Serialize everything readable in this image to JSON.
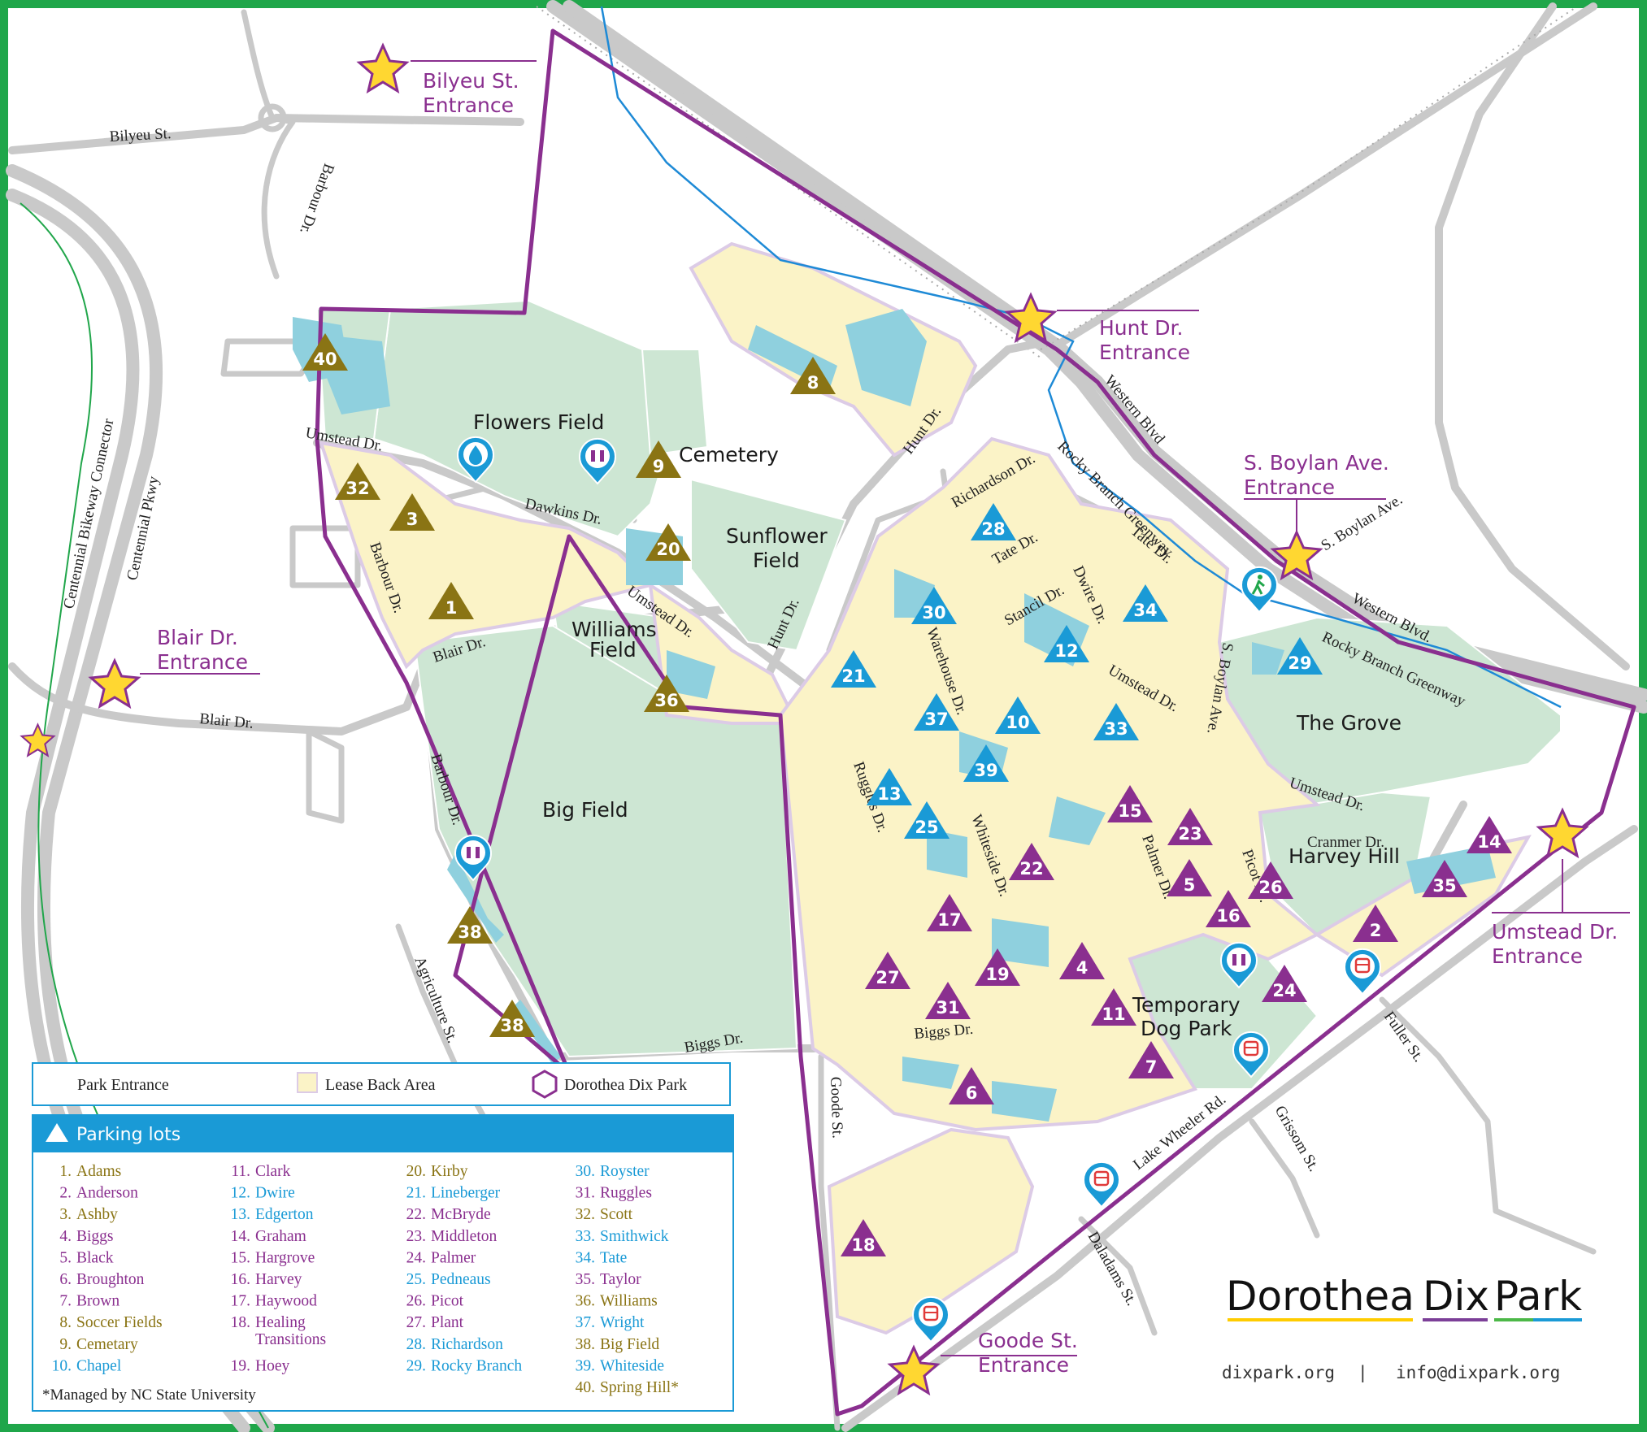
{
  "colors": {
    "frame": "#1fa64a",
    "boundary": "#8a2f8f",
    "lease_area": "#fbf3c7",
    "green_space": "#cde6d3",
    "parking_surface": "#8fd0de",
    "road": "#c9c9c9",
    "greenway": "#1e8ad6",
    "lot_group_olive": "#8a7414",
    "lot_group_purple": "#8a2f8f",
    "lot_group_blue": "#1a9ad6",
    "star_fill": "#ffd731",
    "brand_underline": [
      "#ffcc00",
      "#7c3f98",
      "#4cb848",
      "#1a9ad6"
    ]
  },
  "roads": [
    {
      "id": "bilyeu",
      "label": "Bilyeu St."
    },
    {
      "id": "barbour-north",
      "label": "Barbour Dr."
    },
    {
      "id": "umstead-west",
      "label": "Umstead Dr."
    },
    {
      "id": "dawkins",
      "label": "Dawkins Dr."
    },
    {
      "id": "umstead-center",
      "label": "Umstead Dr."
    },
    {
      "id": "barbour-center",
      "label": "Barbour Dr."
    },
    {
      "id": "blair-inner",
      "label": "Blair Dr."
    },
    {
      "id": "blair-outer",
      "label": "Blair Dr."
    },
    {
      "id": "barbour-south",
      "label": "Barbour Dr."
    },
    {
      "id": "agriculture",
      "label": "Agriculture St."
    },
    {
      "id": "centennial-connector",
      "label": "Centennial Bikeway Connector"
    },
    {
      "id": "centennial-pkwy",
      "label": "Centennial Pkwy"
    },
    {
      "id": "hunt-north",
      "label": "Hunt Dr."
    },
    {
      "id": "hunt-south",
      "label": "Hunt Dr."
    },
    {
      "id": "richardson",
      "label": "Richardson Dr."
    },
    {
      "id": "tate-west",
      "label": "Tate Dr."
    },
    {
      "id": "tate-east",
      "label": "Tate Dr."
    },
    {
      "id": "stancil",
      "label": "Stancil Dr."
    },
    {
      "id": "dwire",
      "label": "Dwire Dr."
    },
    {
      "id": "warehouse",
      "label": "Warehouse Dr."
    },
    {
      "id": "umstead-east",
      "label": "Umstead Dr."
    },
    {
      "id": "rocky-greenway-north",
      "label": "Rocky Branch Greenway"
    },
    {
      "id": "western-north",
      "label": "Western Blvd"
    },
    {
      "id": "s-boylan-road",
      "label": "S. Boylan Ave."
    },
    {
      "id": "western-south",
      "label": "Western Blvd."
    },
    {
      "id": "rocky-greenway-south",
      "label": "Rocky Branch Greenway"
    },
    {
      "id": "s-boylan-inner",
      "label": "S. Boylan Ave."
    },
    {
      "id": "umstead-grove",
      "label": "Umstead Dr."
    },
    {
      "id": "cranmer",
      "label": "Cranmer Dr."
    },
    {
      "id": "ruggles",
      "label": "Ruggles Dr."
    },
    {
      "id": "whiteside",
      "label": "Whiteside Dr."
    },
    {
      "id": "palmer",
      "label": "Palmer Dr."
    },
    {
      "id": "picot",
      "label": "Picot Dr."
    },
    {
      "id": "biggs-west",
      "label": "Biggs Dr."
    },
    {
      "id": "biggs-east",
      "label": "Biggs Dr."
    },
    {
      "id": "goode",
      "label": "Goode St."
    },
    {
      "id": "lake-wheeler",
      "label": "Lake Wheeler Rd."
    },
    {
      "id": "fuller",
      "label": "Fuller St."
    },
    {
      "id": "grissom",
      "label": "Grissom St."
    },
    {
      "id": "daladams",
      "label": "Daladams St."
    }
  ],
  "areas": [
    {
      "id": "flowers-field",
      "label": "Flowers Field"
    },
    {
      "id": "cemetery",
      "label": "Cemetery"
    },
    {
      "id": "sunflower-field",
      "lines": [
        "Sunflower",
        "Field"
      ]
    },
    {
      "id": "williams-field",
      "lines": [
        "Williams",
        "Field"
      ]
    },
    {
      "id": "big-field",
      "label": "Big Field"
    },
    {
      "id": "the-grove",
      "label": "The Grove"
    },
    {
      "id": "harvey-hill",
      "label": "Harvey Hill"
    },
    {
      "id": "temporary-dog-park",
      "lines": [
        "Temporary",
        "Dog Park"
      ]
    }
  ],
  "entrances": [
    {
      "id": "bilyeu",
      "lines": [
        "Bilyeu St.",
        "Entrance"
      ]
    },
    {
      "id": "hunt",
      "lines": [
        "Hunt Dr.",
        "Entrance"
      ]
    },
    {
      "id": "s-boylan",
      "lines": [
        "S. Boylan Ave.",
        "Entrance"
      ]
    },
    {
      "id": "blair",
      "lines": [
        "Blair Dr.",
        "Entrance"
      ]
    },
    {
      "id": "umstead",
      "lines": [
        "Umstead Dr.",
        "Entrance"
      ]
    },
    {
      "id": "goode",
      "lines": [
        "Goode St.",
        "Entrance"
      ]
    }
  ],
  "markers": [
    {
      "id": "1",
      "group": "olive"
    },
    {
      "id": "3",
      "group": "olive"
    },
    {
      "id": "8",
      "group": "olive"
    },
    {
      "id": "9",
      "group": "olive"
    },
    {
      "id": "20",
      "group": "olive"
    },
    {
      "id": "32",
      "group": "olive"
    },
    {
      "id": "36",
      "group": "olive"
    },
    {
      "id": "38a",
      "label": "38",
      "group": "olive"
    },
    {
      "id": "38b",
      "label": "38",
      "group": "olive"
    },
    {
      "id": "40",
      "group": "olive"
    },
    {
      "id": "2",
      "group": "purple"
    },
    {
      "id": "4",
      "group": "purple"
    },
    {
      "id": "5",
      "group": "purple"
    },
    {
      "id": "6",
      "group": "purple"
    },
    {
      "id": "7",
      "group": "purple"
    },
    {
      "id": "11",
      "group": "purple"
    },
    {
      "id": "14",
      "group": "purple"
    },
    {
      "id": "15",
      "group": "purple"
    },
    {
      "id": "16",
      "group": "purple"
    },
    {
      "id": "17",
      "group": "purple"
    },
    {
      "id": "18",
      "group": "purple"
    },
    {
      "id": "19",
      "group": "purple"
    },
    {
      "id": "22",
      "group": "purple"
    },
    {
      "id": "23",
      "group": "purple"
    },
    {
      "id": "24",
      "group": "purple"
    },
    {
      "id": "26",
      "group": "purple"
    },
    {
      "id": "27",
      "group": "purple"
    },
    {
      "id": "31",
      "group": "purple"
    },
    {
      "id": "35",
      "group": "purple"
    },
    {
      "id": "10",
      "group": "blue"
    },
    {
      "id": "12",
      "group": "blue"
    },
    {
      "id": "13",
      "group": "blue"
    },
    {
      "id": "21",
      "group": "blue"
    },
    {
      "id": "25",
      "group": "blue"
    },
    {
      "id": "28",
      "group": "blue"
    },
    {
      "id": "29",
      "group": "blue"
    },
    {
      "id": "30",
      "group": "blue"
    },
    {
      "id": "33",
      "group": "blue"
    },
    {
      "id": "34",
      "group": "blue"
    },
    {
      "id": "37",
      "group": "blue"
    },
    {
      "id": "39",
      "group": "blue"
    }
  ],
  "pins": [
    {
      "id": "water",
      "icon": "water-drop-icon"
    },
    {
      "id": "restroom-north",
      "icon": "restroom-icon"
    },
    {
      "id": "restroom-barbour",
      "icon": "restroom-icon"
    },
    {
      "id": "restroom-dogpark",
      "icon": "restroom-icon"
    },
    {
      "id": "greenway-trailhead",
      "icon": "hiker-icon"
    },
    {
      "id": "bus-fuller",
      "icon": "bus-icon"
    },
    {
      "id": "bus-lakewheeler",
      "icon": "bus-icon"
    },
    {
      "id": "bus-daladams",
      "icon": "bus-icon"
    },
    {
      "id": "bus-goode",
      "icon": "bus-icon"
    }
  ],
  "legend": {
    "park_entrance": "Park Entrance",
    "lease_back_area": "Lease Back Area",
    "dorothea_dix_park": "Dorothea Dix Park",
    "parking_header": "Parking lots",
    "lot_columns": [
      [
        {
          "num": "1.",
          "name": "Adams",
          "group": "olive"
        },
        {
          "num": "2.",
          "name": "Anderson",
          "group": "purple"
        },
        {
          "num": "3.",
          "name": "Ashby",
          "group": "olive"
        },
        {
          "num": "4.",
          "name": "Biggs",
          "group": "purple"
        },
        {
          "num": "5.",
          "name": "Black",
          "group": "purple"
        },
        {
          "num": "6.",
          "name": "Broughton",
          "group": "purple"
        },
        {
          "num": "7.",
          "name": "Brown",
          "group": "purple"
        },
        {
          "num": "8.",
          "name": "Soccer Fields",
          "group": "olive"
        },
        {
          "num": "9.",
          "name": "Cemetary",
          "group": "olive"
        },
        {
          "num": "10.",
          "name": "Chapel",
          "group": "blue"
        }
      ],
      [
        {
          "num": "11.",
          "name": "Clark",
          "group": "purple"
        },
        {
          "num": "12.",
          "name": "Dwire",
          "group": "blue"
        },
        {
          "num": "13.",
          "name": "Edgerton",
          "group": "blue"
        },
        {
          "num": "14.",
          "name": "Graham",
          "group": "purple"
        },
        {
          "num": "15.",
          "name": "Hargrove",
          "group": "purple"
        },
        {
          "num": "16.",
          "name": "Harvey",
          "group": "purple"
        },
        {
          "num": "17.",
          "name": "Haywood",
          "group": "purple"
        },
        {
          "num": "18.",
          "name": "Healing",
          "name2": "Transitions",
          "group": "purple"
        },
        {
          "num": "19.",
          "name": "Hoey",
          "group": "purple"
        }
      ],
      [
        {
          "num": "20.",
          "name": "Kirby",
          "group": "olive"
        },
        {
          "num": "21.",
          "name": "Lineberger",
          "group": "blue"
        },
        {
          "num": "22.",
          "name": "McBryde",
          "group": "purple"
        },
        {
          "num": "23.",
          "name": "Middleton",
          "group": "purple"
        },
        {
          "num": "24.",
          "name": "Palmer",
          "group": "purple"
        },
        {
          "num": "25.",
          "name": "Pedneaus",
          "group": "blue"
        },
        {
          "num": "26.",
          "name": "Picot",
          "group": "purple"
        },
        {
          "num": "27.",
          "name": "Plant",
          "group": "purple"
        },
        {
          "num": "28.",
          "name": "Richardson",
          "group": "blue"
        },
        {
          "num": "29.",
          "name": "Rocky Branch",
          "group": "blue"
        }
      ],
      [
        {
          "num": "30.",
          "name": "Royster",
          "group": "blue"
        },
        {
          "num": "31.",
          "name": "Ruggles",
          "group": "purple"
        },
        {
          "num": "32.",
          "name": "Scott",
          "group": "olive"
        },
        {
          "num": "33.",
          "name": "Smithwick",
          "group": "blue"
        },
        {
          "num": "34.",
          "name": "Tate",
          "group": "blue"
        },
        {
          "num": "35.",
          "name": "Taylor",
          "group": "purple"
        },
        {
          "num": "36.",
          "name": "Williams",
          "group": "olive"
        },
        {
          "num": "37.",
          "name": "Wright",
          "group": "blue"
        },
        {
          "num": "38.",
          "name": "Big Field",
          "group": "olive"
        },
        {
          "num": "39.",
          "name": "Whiteside",
          "group": "blue"
        },
        {
          "num": "40.",
          "name": "Spring Hill*",
          "group": "olive"
        }
      ]
    ],
    "footnote": "*Managed by NC State University"
  },
  "brand": {
    "name_part1": "Dorothea",
    "name_part2": "Dix",
    "name_part3": "Park",
    "website": "dixpark.org",
    "separator": "|",
    "email": "info@dixpark.org"
  }
}
